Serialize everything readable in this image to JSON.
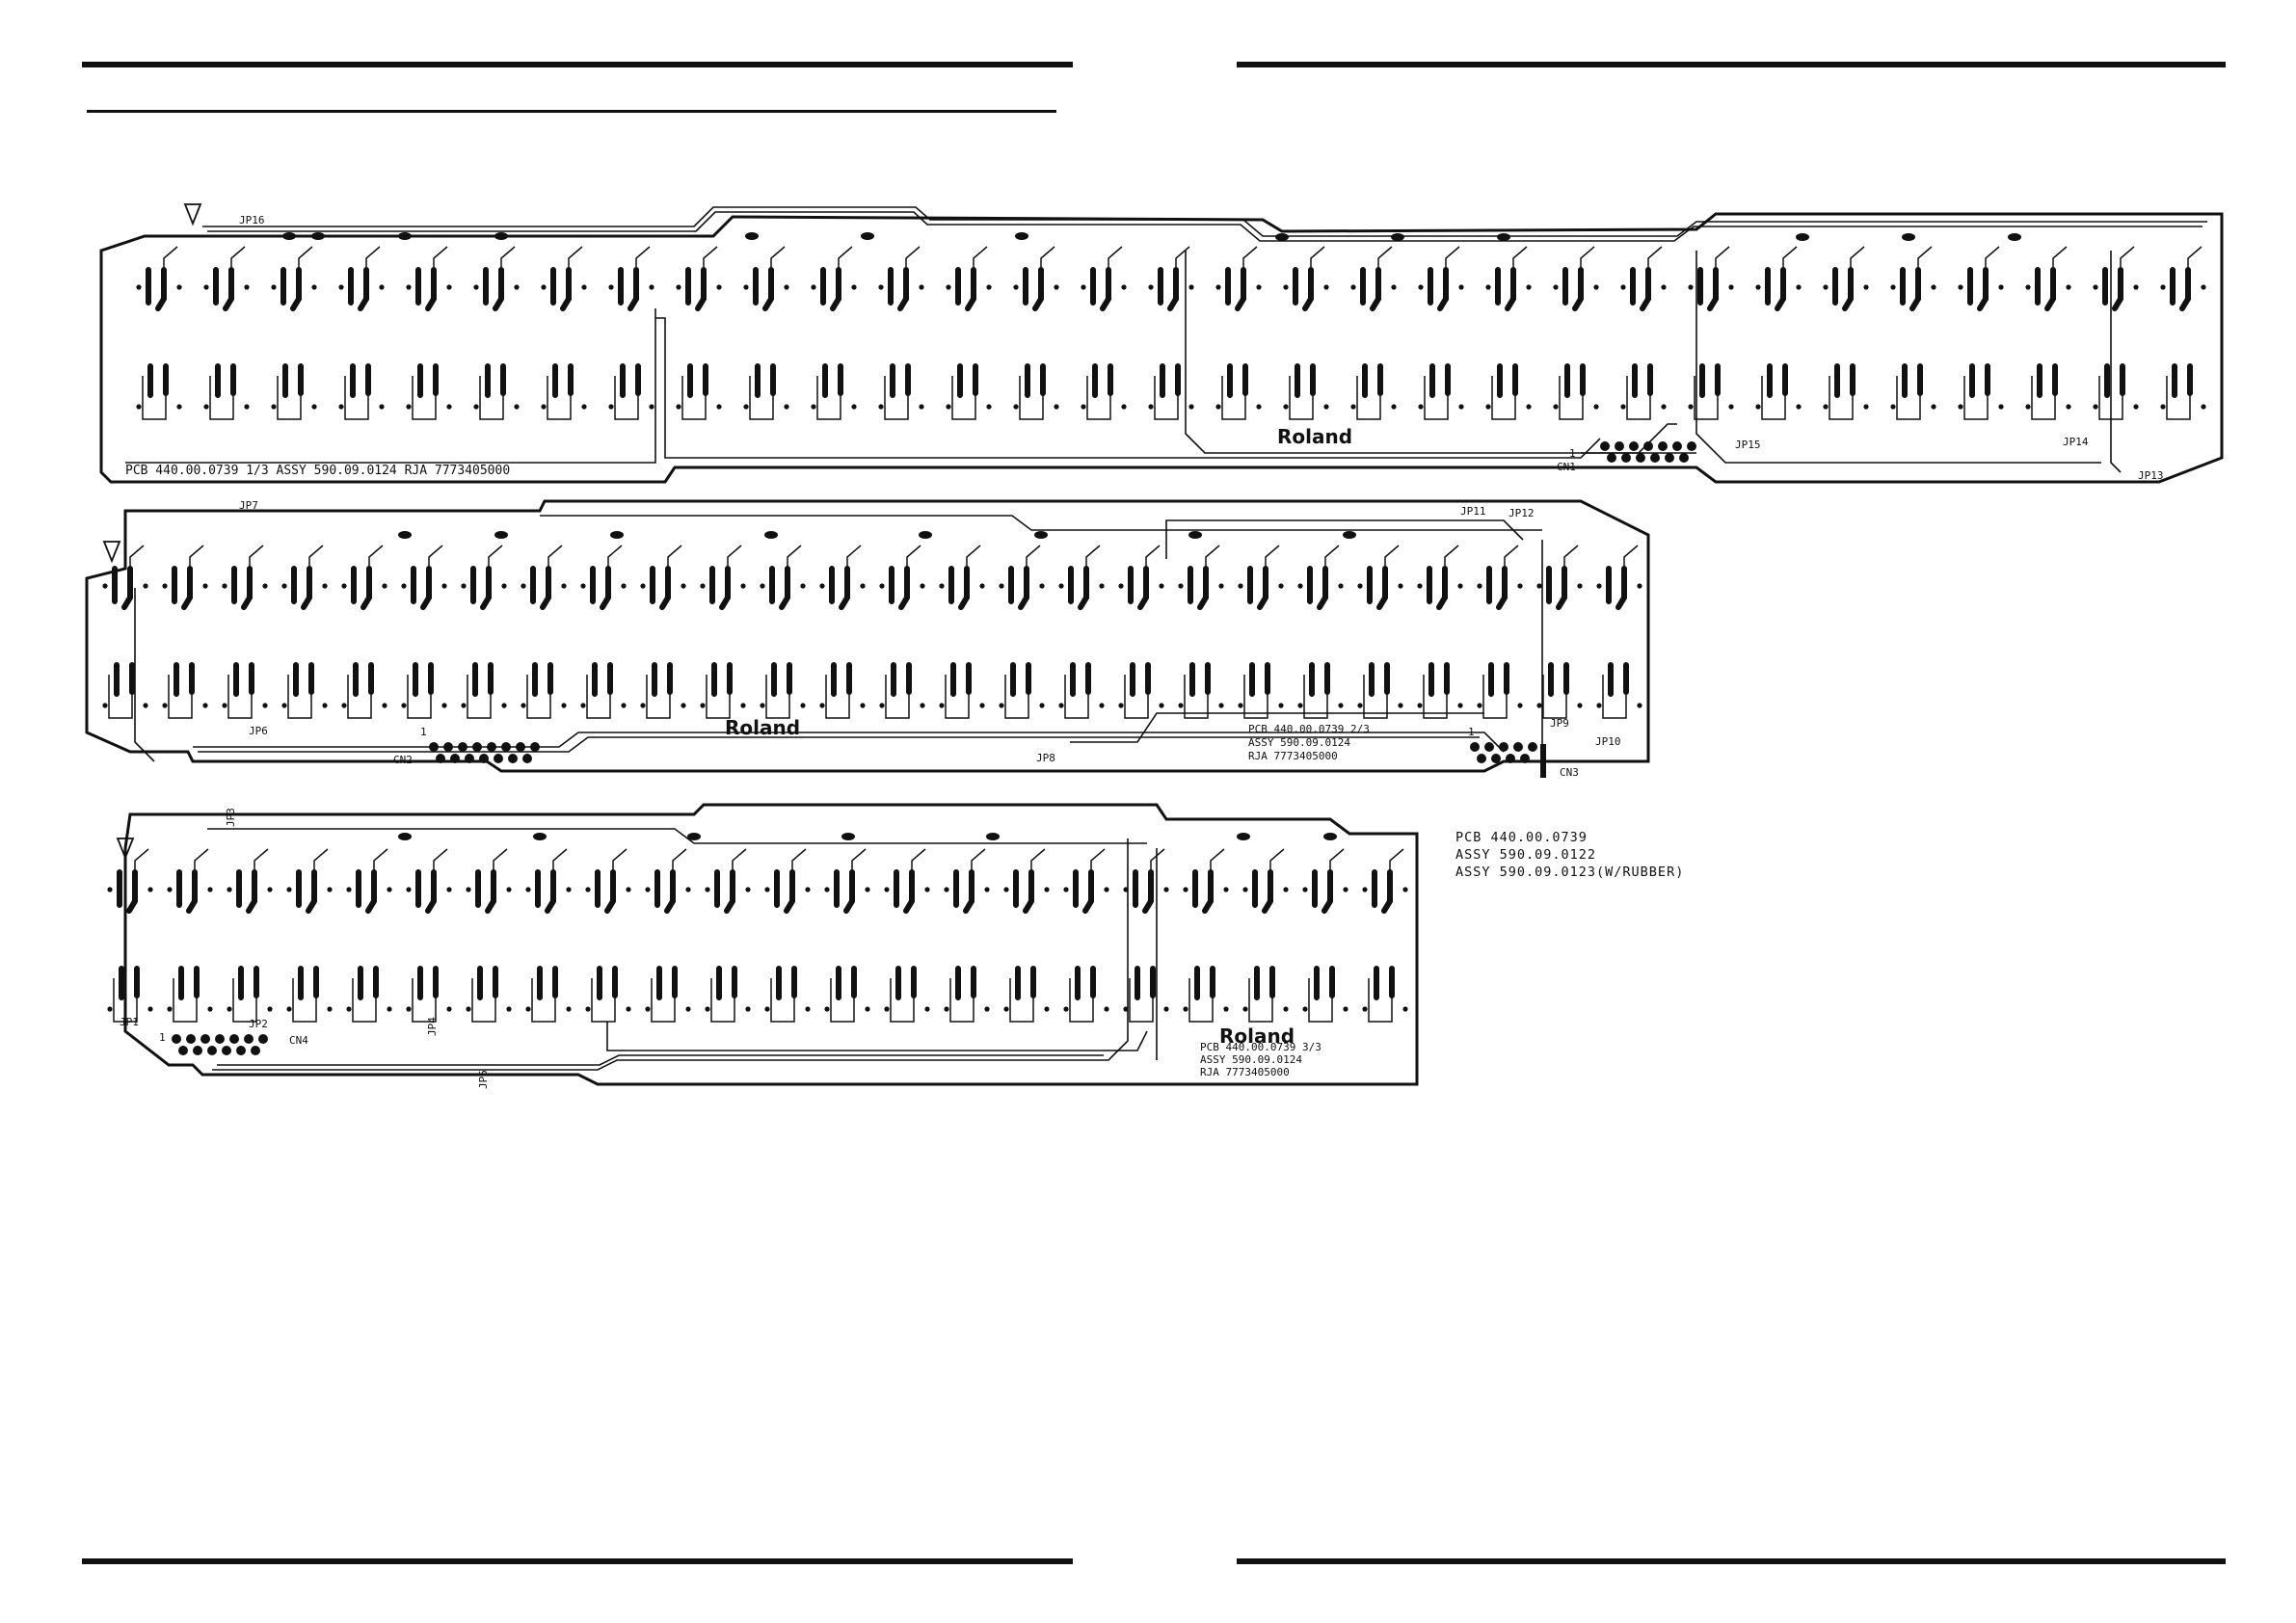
{
  "boards": [
    {
      "id": "board1",
      "info": [
        "PCB 440.00.0739 1/3  ASSY 590.09.0124  RJA 7773405000"
      ],
      "brand": "Roland",
      "connector": "CN1",
      "pin1": "1",
      "jumpers": [
        "JP16",
        "JP15",
        "JP14",
        "JP13"
      ]
    },
    {
      "id": "board2",
      "info": [
        "PCB 440.00.0739 2/3",
        "ASSY 590.09.0124",
        "RJA 7773405000"
      ],
      "brand": "Roland",
      "connectors": [
        "CN2",
        "CN3"
      ],
      "pin1": "1",
      "jumpers": [
        "JP7",
        "JP11",
        "JP12",
        "JP6",
        "JP8",
        "JP9",
        "JP10"
      ]
    },
    {
      "id": "board3",
      "info": [
        "PCB 440.00.0739 3/3",
        "ASSY 590.09.0124",
        "RJA 7773405000"
      ],
      "brand": "Roland",
      "connector": "CN4",
      "pin1": "1",
      "jumpers": [
        "JP3",
        "JP1",
        "JP2",
        "JP4",
        "JP5"
      ]
    }
  ],
  "assembly_note": [
    "PCB 440.00.0739",
    "ASSY 590.09.0122",
    "ASSY 590.09.0123(W/RUBBER)"
  ]
}
